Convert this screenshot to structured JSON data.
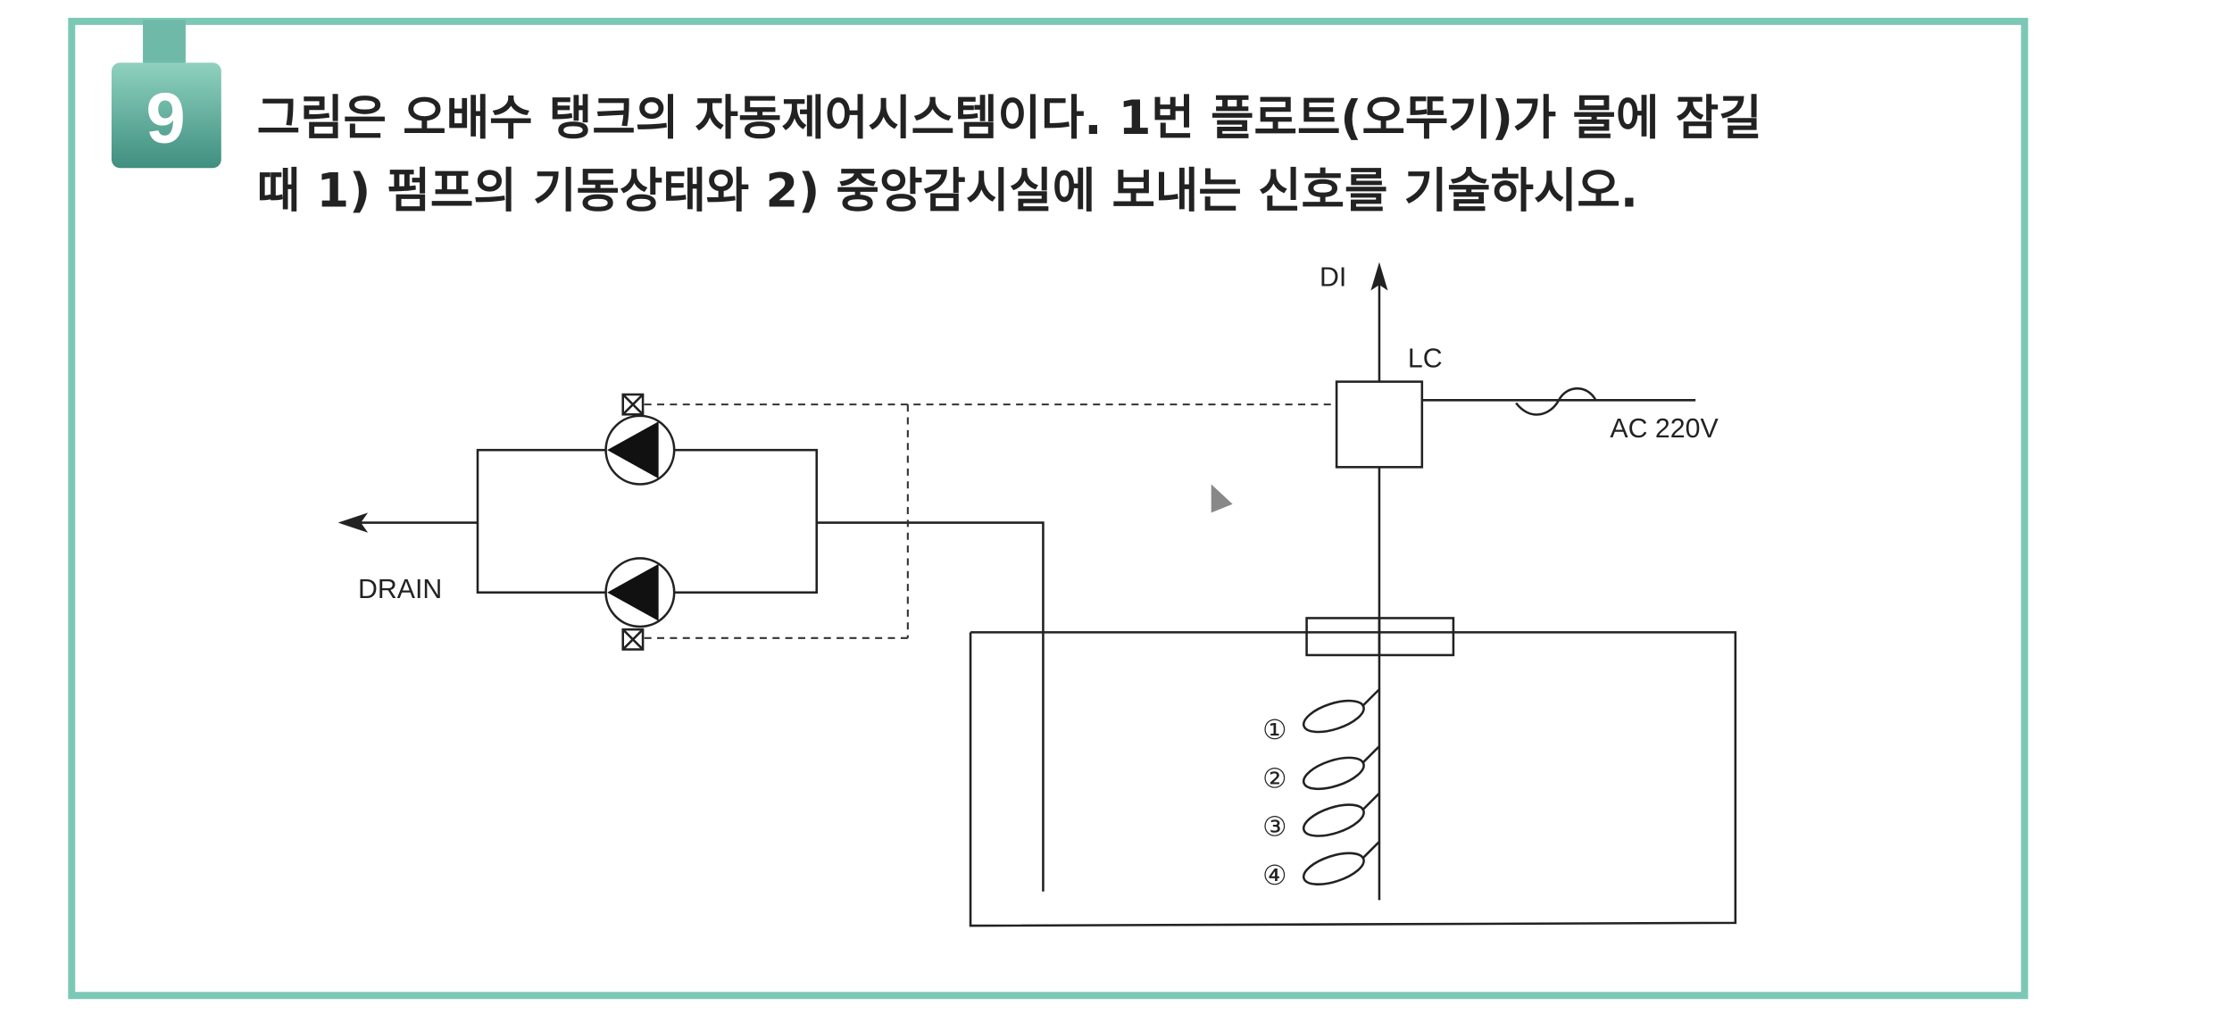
{
  "question": {
    "number": "9",
    "line1": "그림은 오배수 탱크의 자동제어시스템이다. 1번 플로트(오뚜기)가 물에 잠길",
    "line2": "때 1) 펌프의 기동상태와 2) 중앙감시실에 보내는 신호를 기술하시오."
  },
  "diagram": {
    "di_label": "DI",
    "lc_label": "LC",
    "power_label": "AC 220V",
    "drain_label": "DRAIN",
    "float_labels": [
      "①",
      "②",
      "③",
      "④"
    ]
  },
  "colors": {
    "frame": "#7cc8b6",
    "badge": "#4fa593"
  }
}
